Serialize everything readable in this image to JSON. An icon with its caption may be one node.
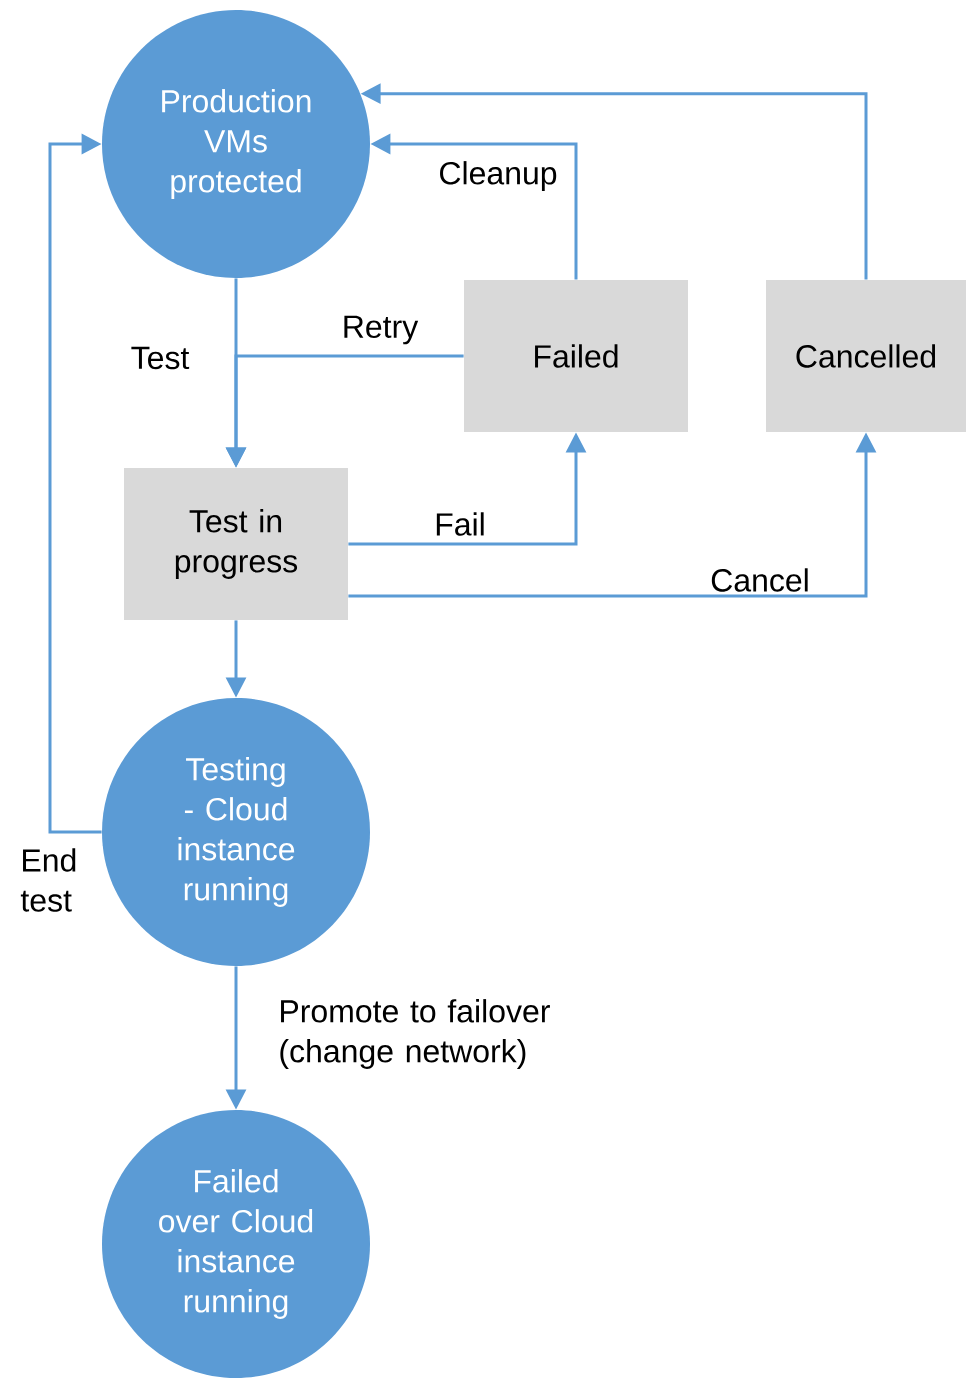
{
  "diagram": {
    "nodes": [
      {
        "text": [
          "Production VMs protected"
        ]
      },
      {
        "text": [
          "Failed"
        ]
      },
      {
        "text": [
          "Cancelled"
        ]
      },
      {
        "text": [
          "Test in progress"
        ]
      },
      {
        "text": [
          "Testing - Cloud instance running"
        ]
      },
      {
        "text": [
          "Failed over Cloud instance running"
        ]
      }
    ],
    "edges": [
      {
        "from": 0,
        "to": 3,
        "arrow": "to",
        "label": "Test"
      },
      {
        "from": 1,
        "to": 3,
        "arrow": "to",
        "label": "Retry"
      },
      {
        "from": 1,
        "to": 0,
        "arrow": "to",
        "label": "Cleanup"
      },
      {
        "from": 2,
        "to": 0,
        "arrow": "to"
      },
      {
        "from": 3,
        "to": 1,
        "arrow": "to",
        "label": "Fail"
      },
      {
        "from": 3,
        "to": 2,
        "arrow": "to",
        "label": "Cancel"
      },
      {
        "from": 3,
        "to": 4,
        "arrow": "to"
      },
      {
        "from": 4,
        "to": 0,
        "arrow": "to",
        "label": "End test"
      },
      {
        "from": 4,
        "to": 5,
        "arrow": "to",
        "label": "Promote to failover (change network)"
      }
    ]
  }
}
